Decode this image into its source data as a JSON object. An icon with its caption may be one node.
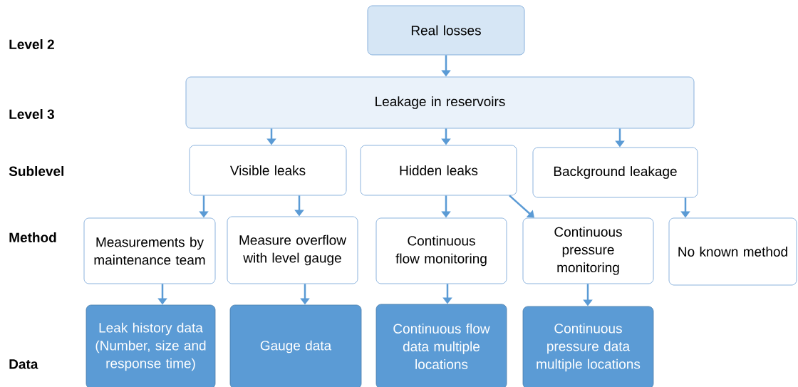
{
  "diagram": {
    "nodes": [
      {
        "text": [
          "Real losses"
        ]
      },
      {
        "text": [
          "Leakage in reservoirs"
        ]
      },
      {
        "text": [
          "Visible leaks"
        ]
      },
      {
        "text": [
          "Hidden leaks"
        ]
      },
      {
        "text": [
          "Background leakage"
        ]
      },
      {
        "text": [
          "Measurements by maintenance team"
        ]
      },
      {
        "text": [
          "Measure overflow with level gauge"
        ]
      },
      {
        "text": [
          "Continuous flow monitoring"
        ]
      },
      {
        "text": [
          "Continuous pressure monitoring"
        ]
      },
      {
        "text": [
          "No known method"
        ]
      },
      {
        "text": [
          "Leak history data (Number, size and response time)"
        ]
      },
      {
        "text": [
          "Gauge data"
        ]
      },
      {
        "text": [
          "Continuous flow data multiple locations"
        ]
      },
      {
        "text": [
          "Continuous pressure data multiple locations"
        ]
      }
    ],
    "edges": [
      {
        "from": 0,
        "to": 1,
        "arrow": "to"
      },
      {
        "from": 1,
        "to": 2,
        "arrow": "to"
      },
      {
        "from": 1,
        "to": 3,
        "arrow": "to"
      },
      {
        "from": 1,
        "to": 4,
        "arrow": "to"
      },
      {
        "from": 2,
        "to": 5,
        "arrow": "to"
      },
      {
        "from": 2,
        "to": 6,
        "arrow": "to"
      },
      {
        "from": 3,
        "to": 7,
        "arrow": "to"
      },
      {
        "from": 3,
        "to": 8,
        "arrow": "to"
      },
      {
        "from": 4,
        "to": 9,
        "arrow": "to"
      },
      {
        "from": 5,
        "to": 10,
        "arrow": "to"
      },
      {
        "from": 6,
        "to": 11,
        "arrow": "to"
      },
      {
        "from": 7,
        "to": 12,
        "arrow": "to"
      },
      {
        "from": 8,
        "to": 13,
        "arrow": "to"
      }
    ],
    "labels": [
      "Level 2",
      "Level 3",
      "Sublevel",
      "Method",
      "Data"
    ]
  }
}
